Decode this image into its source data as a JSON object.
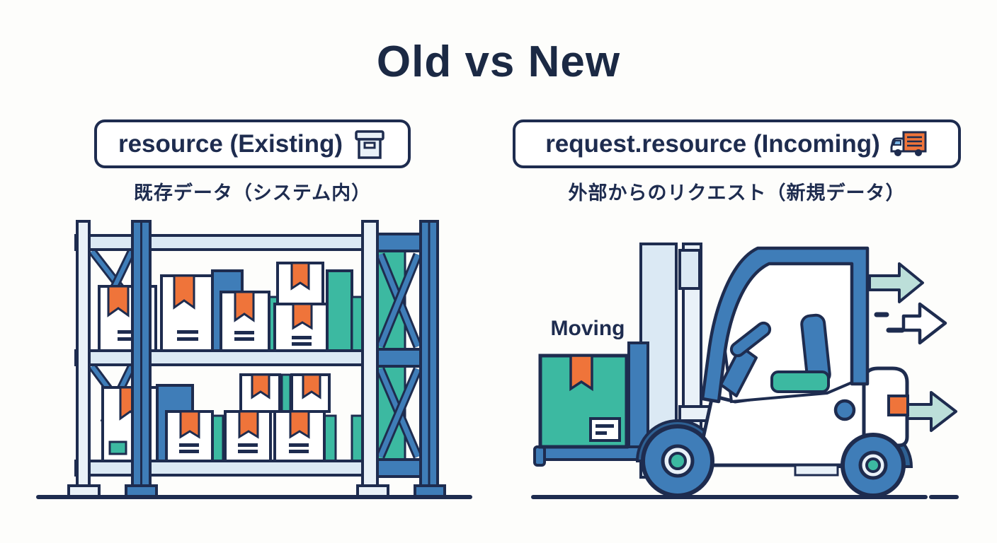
{
  "title": "Old vs New",
  "left_panel": {
    "badge_label": "resource (Existing)",
    "badge_icon": "archive-box",
    "subtitle": "既存データ（システム内）",
    "illustration": "warehouse shelf with stored boxes"
  },
  "right_panel": {
    "badge_label": "request.resource (Incoming)",
    "badge_icon": "delivery-truck",
    "subtitle": "外部からのリクエスト（新規データ）",
    "moving_label": "Moving",
    "illustration": "forklift carrying an incoming box with motion arrows"
  },
  "colors": {
    "navy": "#1e2c4f",
    "title_navy": "#1b2944",
    "blue": "#3f7db8",
    "dark_blue": "#2e6093",
    "light_blue": "#dbe9f4",
    "pale_blue": "#e9f1f8",
    "teal": "#3cb9a1",
    "orange": "#ef743a",
    "arrow_teal": "#bcdfd9",
    "background": "#fdfdfb"
  }
}
